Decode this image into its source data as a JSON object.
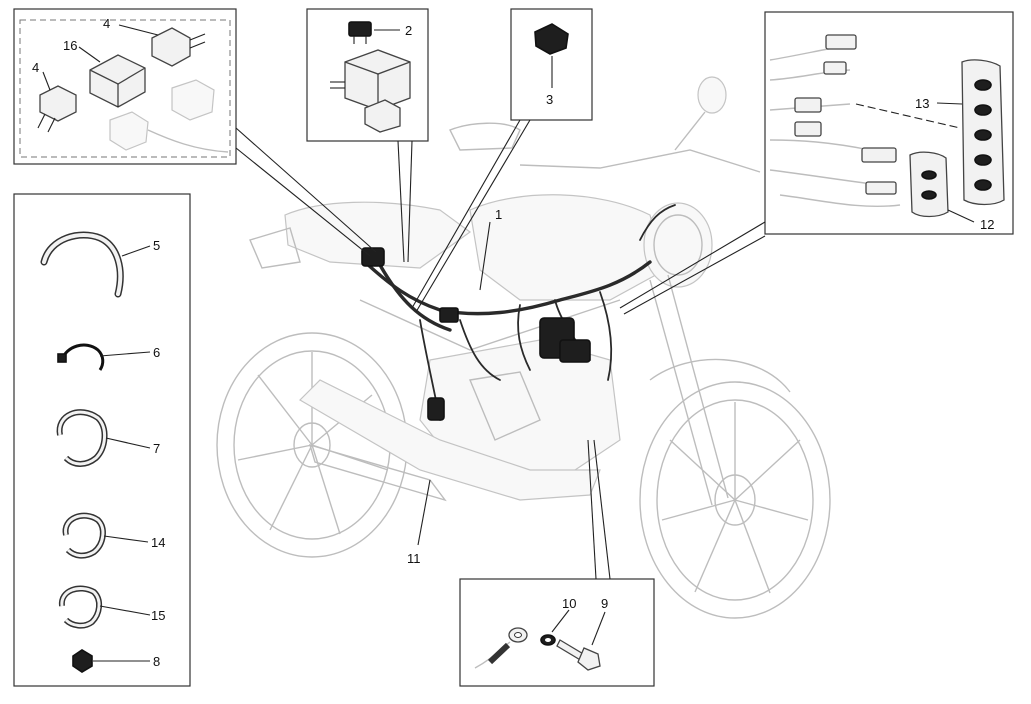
{
  "diagram": {
    "callouts": [
      {
        "id": "c1",
        "label": "1"
      },
      {
        "id": "c2",
        "label": "2"
      },
      {
        "id": "c3",
        "label": "3"
      },
      {
        "id": "c4a",
        "label": "4"
      },
      {
        "id": "c4b",
        "label": "4"
      },
      {
        "id": "c5",
        "label": "5"
      },
      {
        "id": "c6",
        "label": "6"
      },
      {
        "id": "c7",
        "label": "7"
      },
      {
        "id": "c8",
        "label": "8"
      },
      {
        "id": "c9",
        "label": "9"
      },
      {
        "id": "c10",
        "label": "10"
      },
      {
        "id": "c11",
        "label": "11"
      },
      {
        "id": "c12",
        "label": "12"
      },
      {
        "id": "c13",
        "label": "13"
      },
      {
        "id": "c14",
        "label": "14"
      },
      {
        "id": "c15",
        "label": "15"
      },
      {
        "id": "c16",
        "label": "16"
      }
    ],
    "colors": {
      "line": "#222222",
      "ghost": "#bdbdbd",
      "background": "#ffffff"
    }
  }
}
